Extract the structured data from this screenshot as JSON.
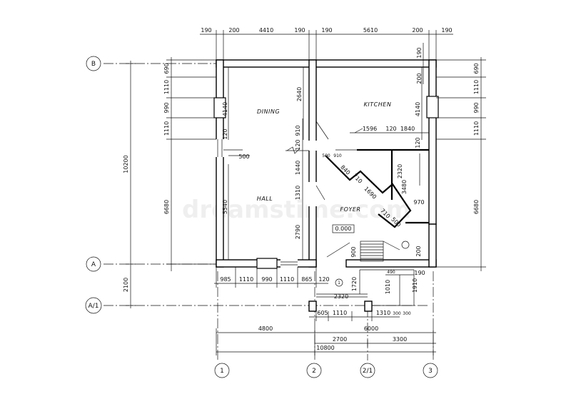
{
  "rooms": {
    "dining": "DINING",
    "kitchen": "KITCHEN",
    "hall": "HALL",
    "foyer": "FOYER",
    "level_mark": "0.000"
  },
  "axes": {
    "rows": [
      "B",
      "A",
      "A/1"
    ],
    "columns": [
      "1",
      "2",
      "2/1",
      "3"
    ]
  },
  "dims_top": [
    "190",
    "200",
    "4410",
    "190",
    "190",
    "5610",
    "200",
    "190"
  ],
  "dims_left_inner": [
    "690",
    "1110",
    "990",
    "1110"
  ],
  "dims_left_outer": [
    "10200",
    "6680",
    "2100"
  ],
  "dims_right": [
    "690",
    "1110",
    "990",
    "1110",
    "6680"
  ],
  "dims_right_col": [
    "190",
    "200"
  ],
  "dims_bottom_row1": [
    "985",
    "1110",
    "990",
    "1110",
    "865",
    "120"
  ],
  "dims_bottom_row2": [
    "605",
    "1110",
    "1310"
  ],
  "dims_bottom_totals": [
    "4800",
    "6000",
    "2700",
    "3300",
    "10800"
  ],
  "dims_interior": {
    "d2640": "2640",
    "d4140a": "4140",
    "d120a": "120",
    "d500": "500",
    "d5540": "5540",
    "d910": "910",
    "d120b": "120",
    "d1440": "1440",
    "d1310": "1310",
    "d2790": "2790",
    "d4140b": "4140",
    "d1596": "1596",
    "d120c": "120",
    "d1840": "1840",
    "d120d": "120",
    "d2320a": "2320",
    "d3480": "3480",
    "d970": "970",
    "d200": "200",
    "d840": "840",
    "d710a": "710",
    "d1690": "1690",
    "d710b": "710",
    "d500b": "500",
    "d500s": "500",
    "d910s": "910",
    "d900": "900",
    "d1720": "1720",
    "d2320b": "2320",
    "d1010": "1010",
    "d1910": "1910",
    "d190": "190",
    "d490": "490",
    "d300a": "300",
    "d300b": "300",
    "circ1": "1"
  },
  "watermark": "dreamstime.com"
}
